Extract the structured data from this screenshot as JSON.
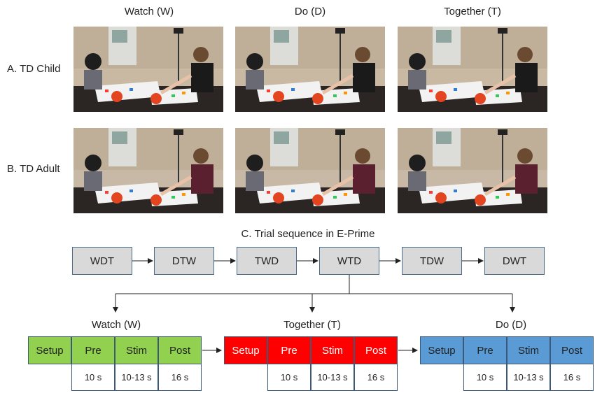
{
  "columns": [
    "Watch (W)",
    "Do (D)",
    "Together (T)"
  ],
  "rows": [
    "A. TD Child",
    "B. TD Adult"
  ],
  "section_title": "C. Trial sequence in E-Prime",
  "sequence": [
    "WDT",
    "DTW",
    "TWD",
    "WTD",
    "TDW",
    "DWT"
  ],
  "phases": [
    {
      "title": "Watch (W)",
      "color": "#92d050",
      "setup_color": "#92d050"
    },
    {
      "title": "Together (T)",
      "color": "#ff0000",
      "setup_color": "#ff0000"
    },
    {
      "title": "Do (D)",
      "color": "#5b9bd5",
      "setup_color": "#5b9bd5"
    }
  ],
  "cells": [
    "Setup",
    "Pre",
    "Stim",
    "Post"
  ],
  "durations": [
    "10 s",
    "10-13 s",
    "16 s"
  ],
  "colors": {
    "box_gray": "#d9d9d9",
    "border": "#4a6a8a",
    "arrow": "#222222"
  }
}
